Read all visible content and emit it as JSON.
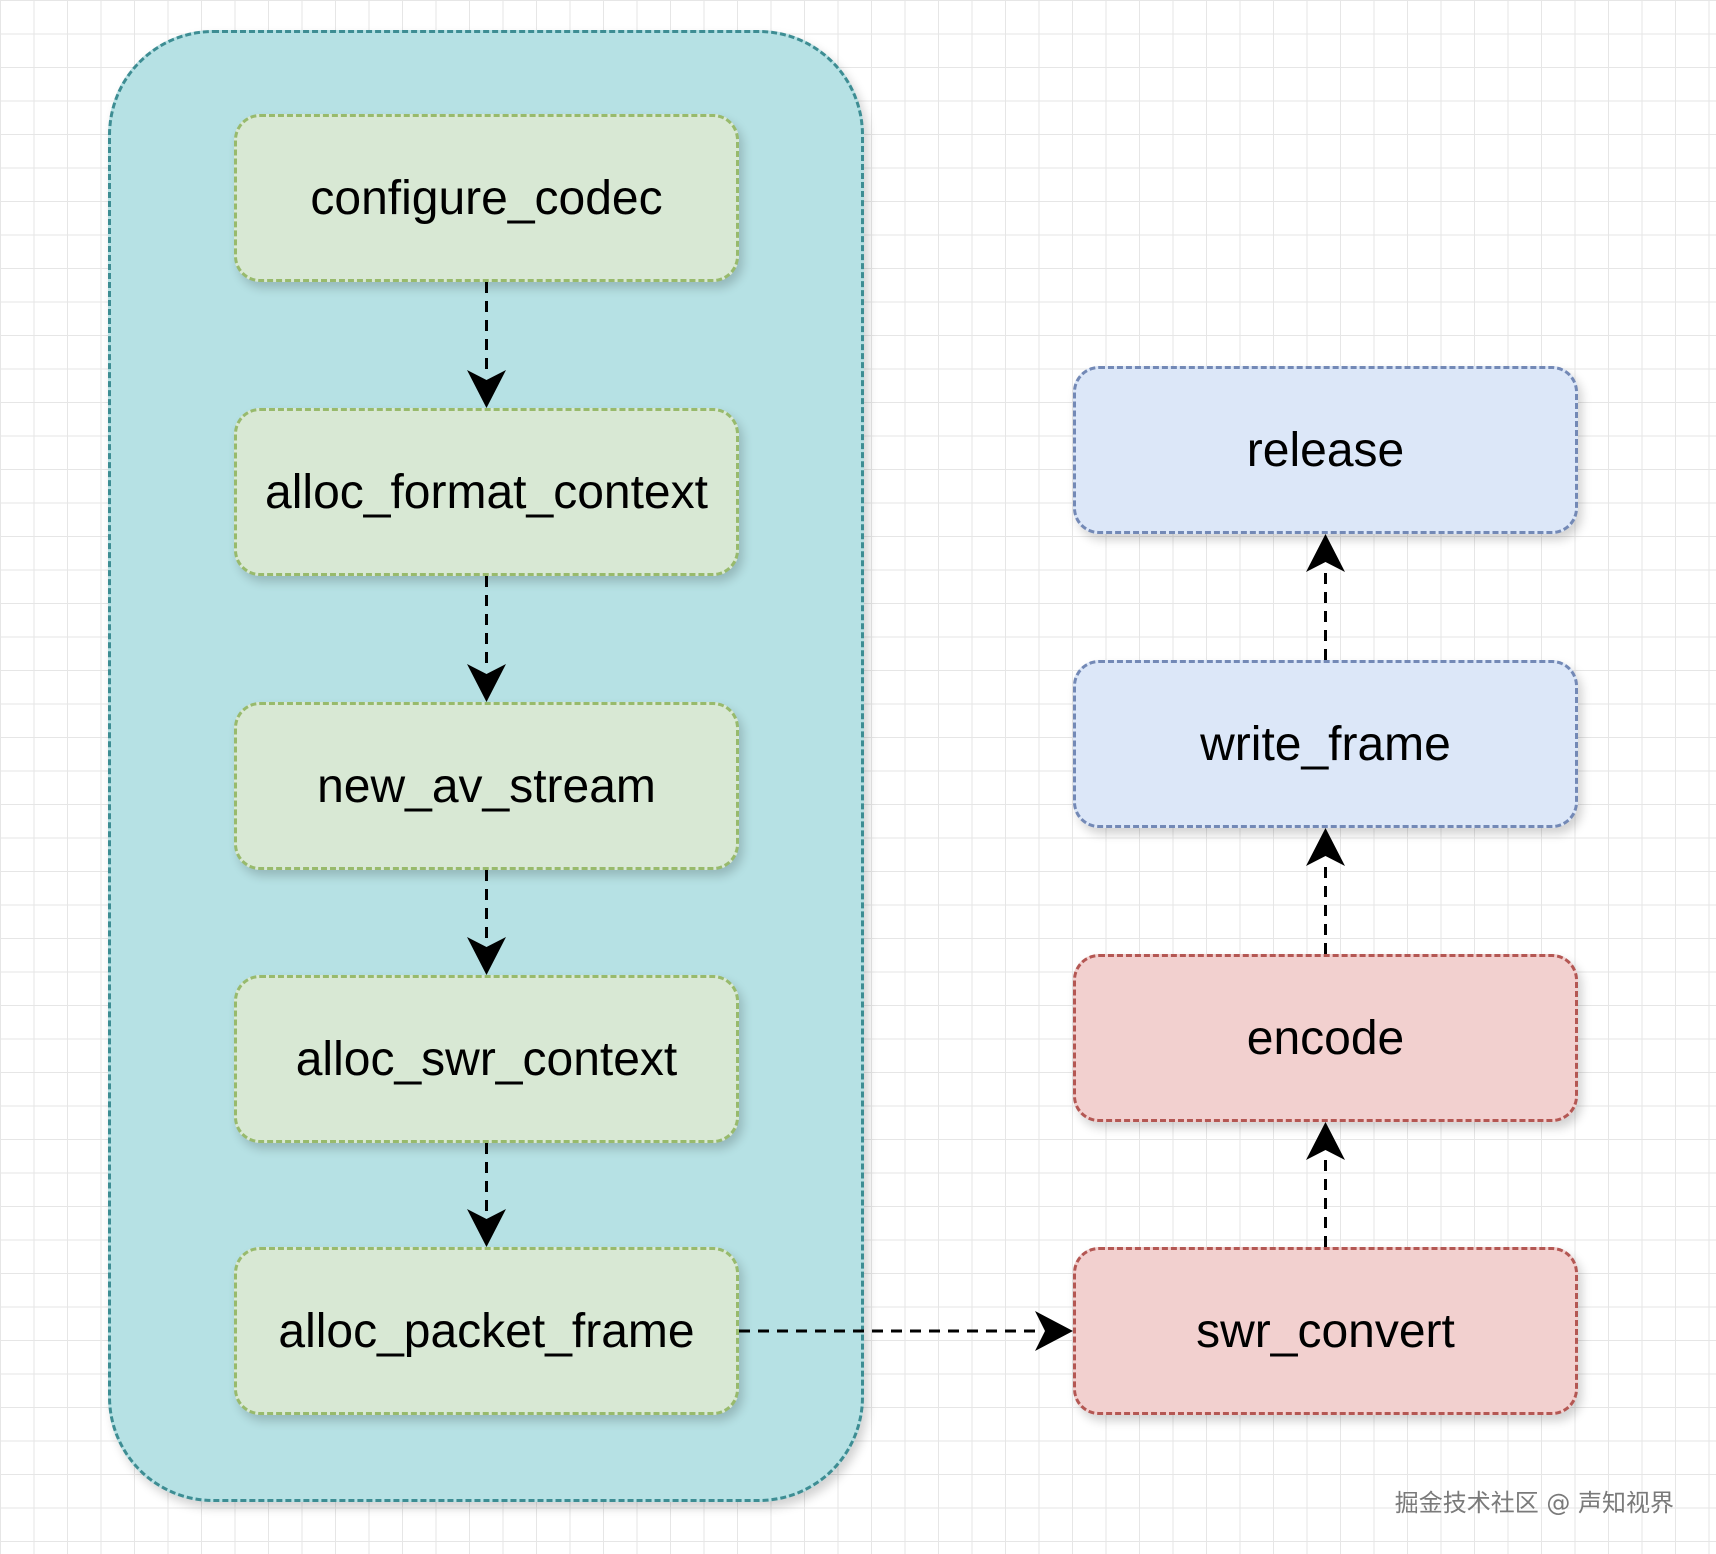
{
  "diagram": {
    "left_nodes": [
      {
        "id": "configure_codec",
        "label": "configure_codec"
      },
      {
        "id": "alloc_format_context",
        "label": "alloc_format_context"
      },
      {
        "id": "new_av_stream",
        "label": "new_av_stream"
      },
      {
        "id": "alloc_swr_context",
        "label": "alloc_swr_context"
      },
      {
        "id": "alloc_packet_frame",
        "label": "alloc_packet_frame"
      }
    ],
    "right_nodes": [
      {
        "id": "release",
        "label": "release"
      },
      {
        "id": "write_frame",
        "label": "write_frame"
      },
      {
        "id": "encode",
        "label": "encode"
      },
      {
        "id": "swr_convert",
        "label": "swr_convert"
      }
    ],
    "edges": [
      {
        "from": "configure_codec",
        "to": "alloc_format_context"
      },
      {
        "from": "alloc_format_context",
        "to": "new_av_stream"
      },
      {
        "from": "new_av_stream",
        "to": "alloc_swr_context"
      },
      {
        "from": "alloc_swr_context",
        "to": "alloc_packet_frame"
      },
      {
        "from": "alloc_packet_frame",
        "to": "swr_convert"
      },
      {
        "from": "swr_convert",
        "to": "encode"
      },
      {
        "from": "encode",
        "to": "write_frame"
      },
      {
        "from": "write_frame",
        "to": "release"
      }
    ]
  },
  "colors": {
    "group_fill": "#b6e1e4",
    "group_border": "#3d8d93",
    "green_fill": "#d8e8d4",
    "green_border": "#98ba6c",
    "blue_fill": "#dce7f8",
    "blue_border": "#7389b6",
    "red_fill": "#f2d0cf",
    "red_border": "#b45753"
  },
  "watermark": "掘金技术社区 @ 声知视界"
}
